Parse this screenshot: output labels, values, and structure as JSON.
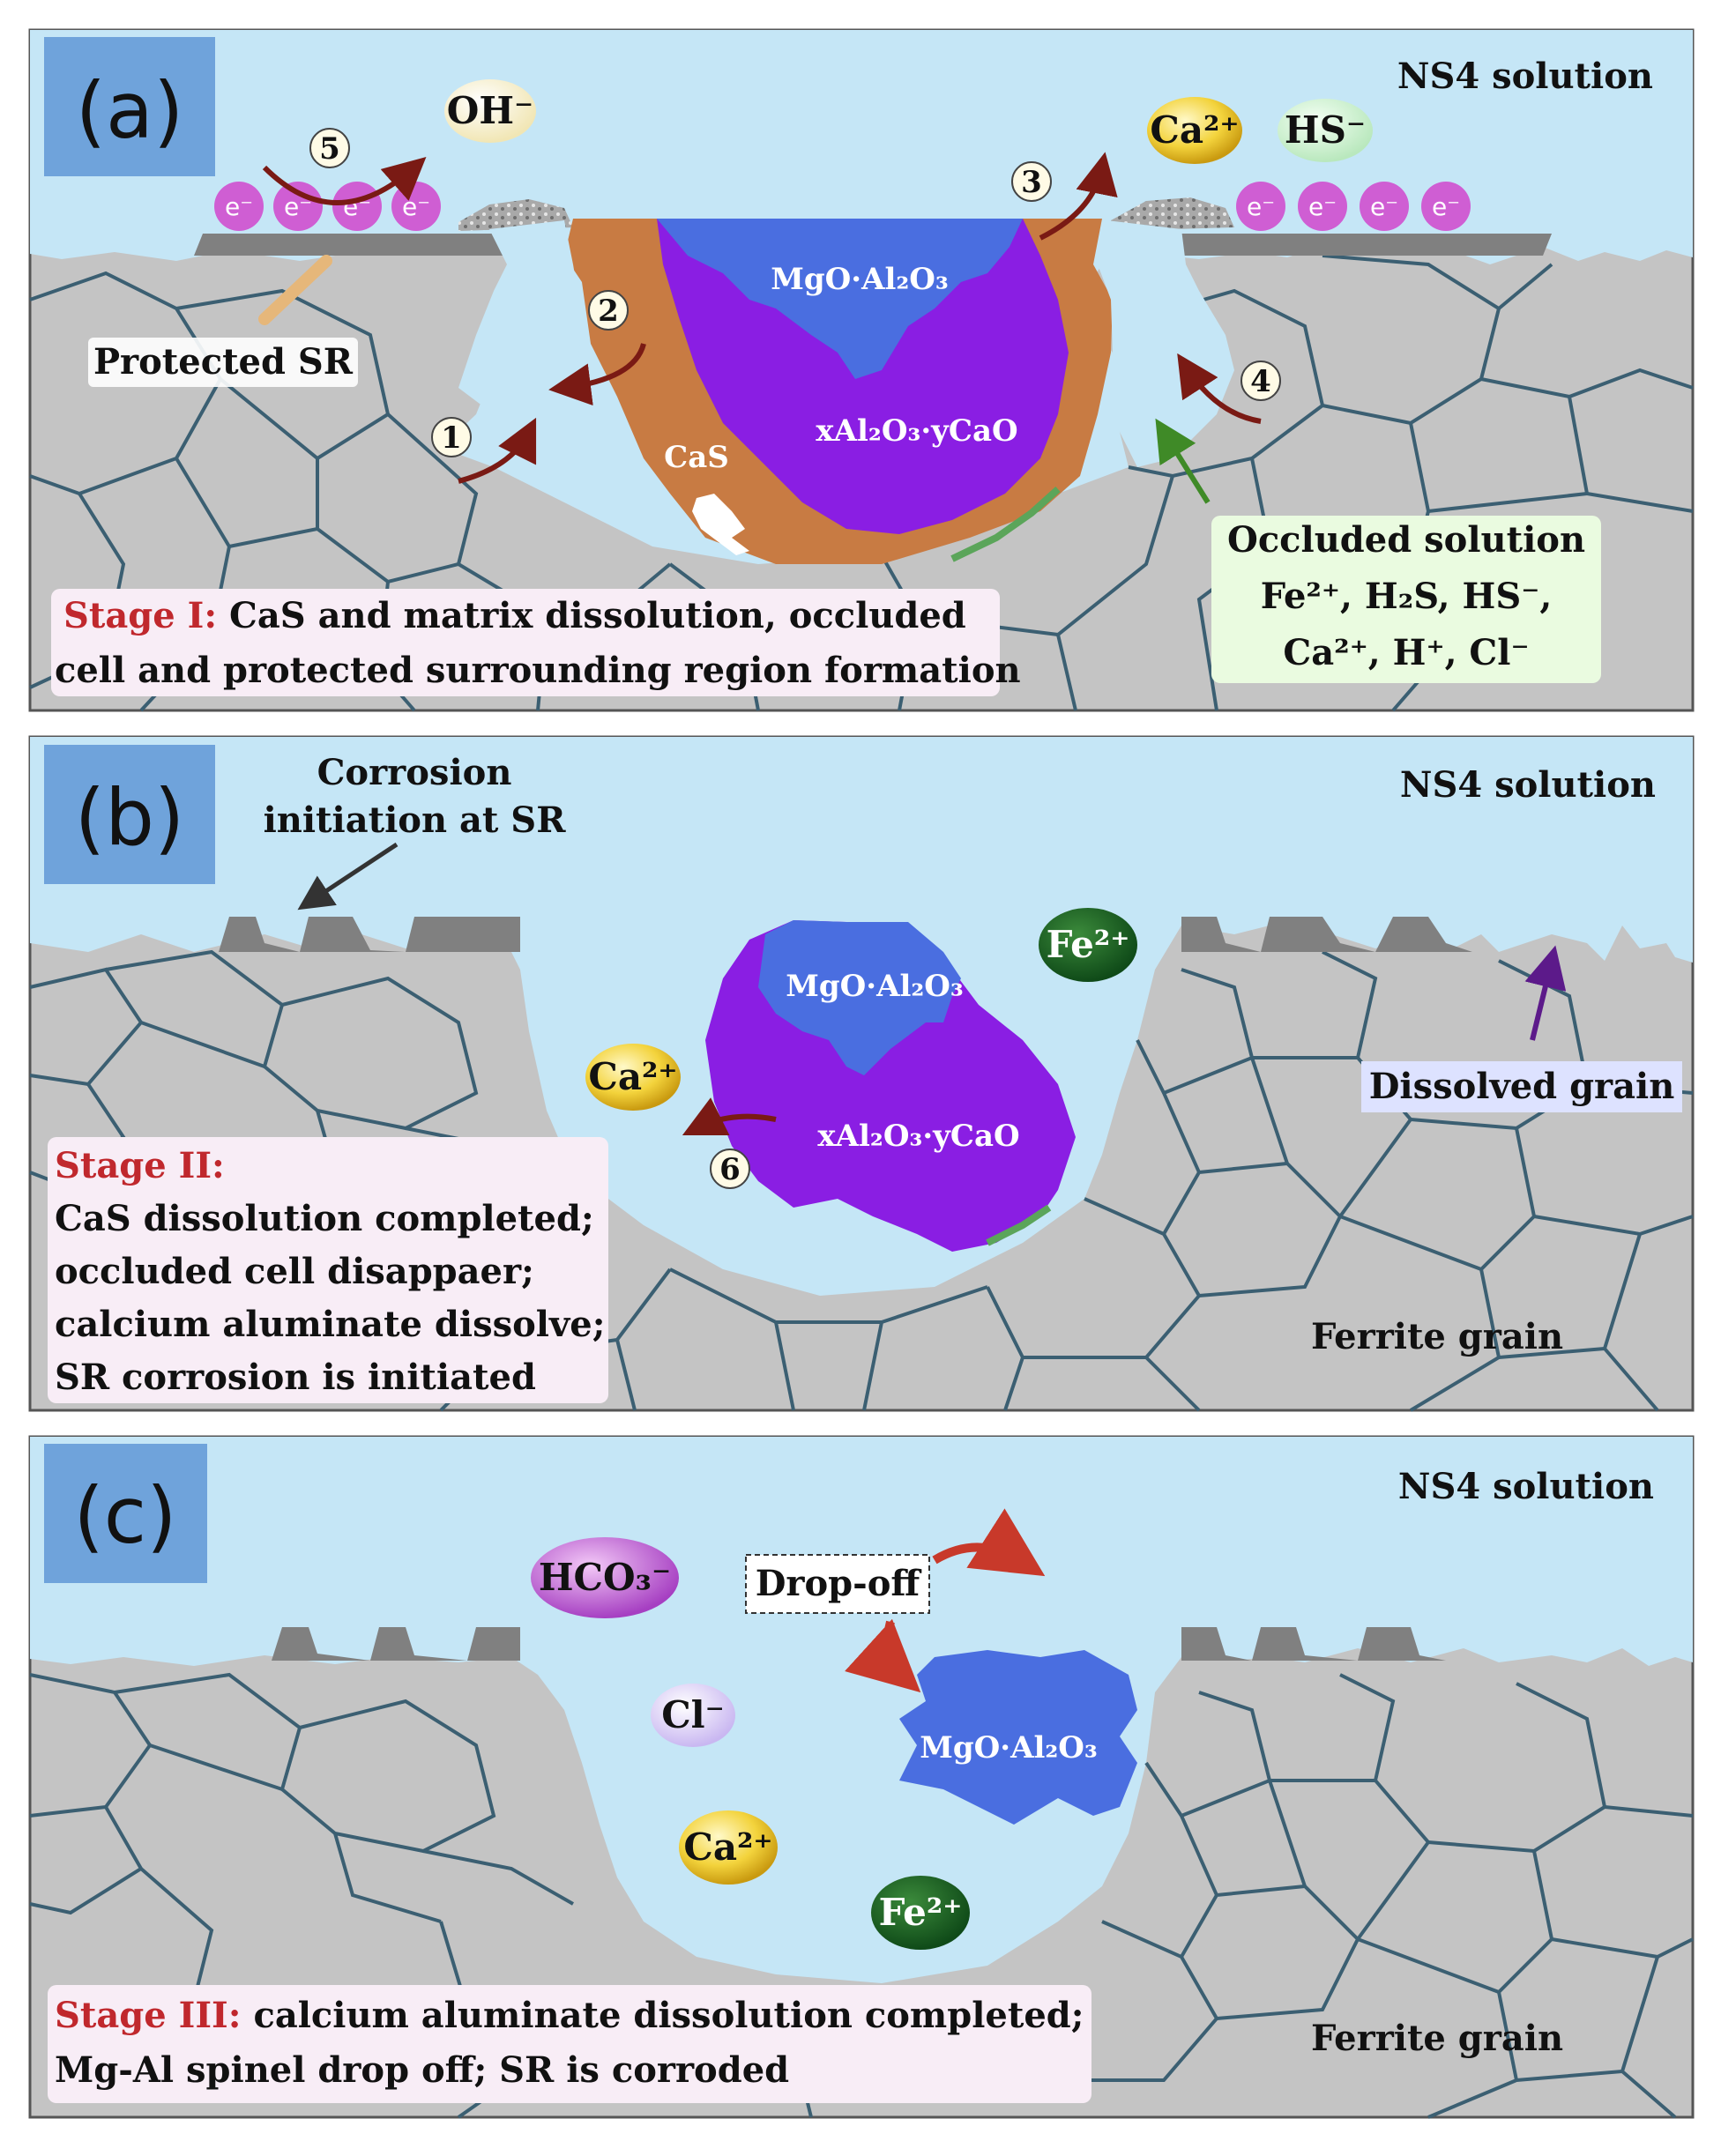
{
  "panel_a": {
    "tag": "(a)",
    "solution": "NS4 solution",
    "protected_sr": "Protected SR",
    "oh": "OH⁻",
    "ca": "Ca²⁺",
    "hs": "HS⁻",
    "electron": "e⁻",
    "mgo_al2o3": "MgO·Al₂O₃",
    "xal2o3": "xAl₂O₃·yCaO",
    "cas": "CaS",
    "steps": [
      "1",
      "2",
      "3",
      "4",
      "5"
    ],
    "occluded_title": "Occluded solution",
    "occluded_line1": "Fe²⁺, H₂S, HS⁻,",
    "occluded_line2": "Ca²⁺, H⁺, Cl⁻",
    "stage_head": "Stage I:",
    "stage_line1": " CaS and matrix dissolution, occluded",
    "stage_line2": "cell and protected surrounding region formation"
  },
  "panel_b": {
    "tag": "(b)",
    "solution": "NS4 solution",
    "corrosion_line1": "Corrosion",
    "corrosion_line2": "initiation at SR",
    "fe": "Fe²⁺",
    "ca": "Ca²⁺",
    "mgo_al2o3": "MgO·Al₂O₃",
    "xal2o3": "xAl₂O₃·yCaO",
    "step": "6",
    "dissolved_grain": "Dissolved grain",
    "ferrite_grain": "Ferrite grain",
    "stage_head": "Stage II:",
    "stage_lines": [
      "CaS dissolution completed;",
      "occluded cell disappaer;",
      "calcium aluminate dissolve;",
      "SR corrosion is initiated"
    ]
  },
  "panel_c": {
    "tag": "(c)",
    "solution": "NS4 solution",
    "hco3": "HCO₃⁻",
    "drop_off": "Drop-off",
    "cl": "Cl⁻",
    "mgo_al2o3": "MgO·Al₂O₃",
    "ca": "Ca²⁺",
    "fe": "Fe²⁺",
    "ferrite_grain": "Ferrite grain",
    "stage_head": "Stage III:",
    "stage_line1": "  calcium aluminate dissolution completed;",
    "stage_line2": "Mg-Al spinel drop off; SR is corroded"
  },
  "colors": {
    "solution": "#c5e6f6",
    "matrix": "#c4c4c4",
    "grain_lines": "#3b5f72",
    "cas": "#c87b43",
    "calcium_aluminate": "#8a1ee3",
    "spinel": "#4a6ee0",
    "electron": "#cf5ed3",
    "tag_box": "#6fa3db",
    "stage_box": "#f8edf6",
    "occluded_box": "#eafbe0",
    "arrow": "#7a1a14"
  }
}
